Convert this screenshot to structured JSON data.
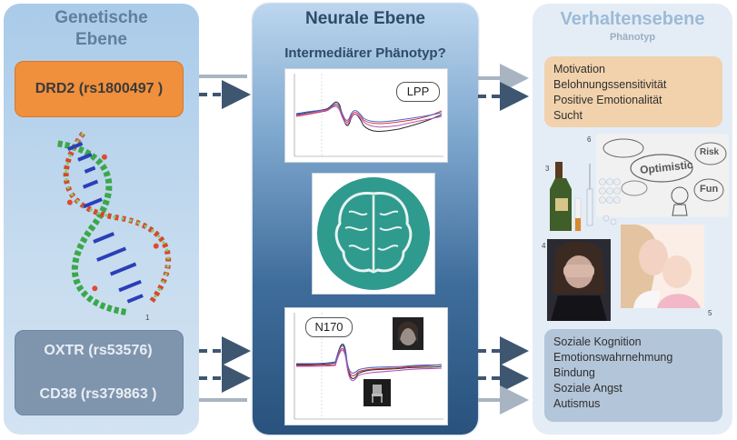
{
  "columns": {
    "genetic": {
      "title_line1": "Genetische",
      "title_line2": "Ebene"
    },
    "neural": {
      "title": "Neurale Ebene",
      "subtitle": "Intermediärer Phänotyp?"
    },
    "behavior": {
      "title": "Verhaltensebene",
      "subtitle": "Phänotyp"
    }
  },
  "genes": {
    "drd2": "DRD2 (rs1800497 )",
    "oxtr": "OXTR (rs53576)",
    "cd38": "CD38 (rs379863 )"
  },
  "neural_panels": {
    "lpp_label": "LPP",
    "n170_label": "N170"
  },
  "behavior": {
    "reward_items": [
      "Motivation",
      "Belohnungssensitivität",
      "Positive Emotionalität",
      "Sucht"
    ],
    "social_items": [
      "Soziale Kognition",
      "Emotionswahrnehmung",
      "Bindung",
      "Soziale Angst",
      "Autismus"
    ],
    "optimism_words": [
      "Optimistic",
      "Fun",
      "Risk"
    ]
  },
  "image_numbers": {
    "dna": "1",
    "bottles": "3",
    "woman": "4",
    "mother": "5",
    "doodle": "6"
  },
  "colors": {
    "drd2_box": "#f08f3c",
    "gene_box": "#7f95ae",
    "reward_box": "#f1d2ac",
    "social_box": "#b3c5d9",
    "arrow_solid": "#a8b4c2",
    "arrow_dashed": "#3e5670"
  }
}
